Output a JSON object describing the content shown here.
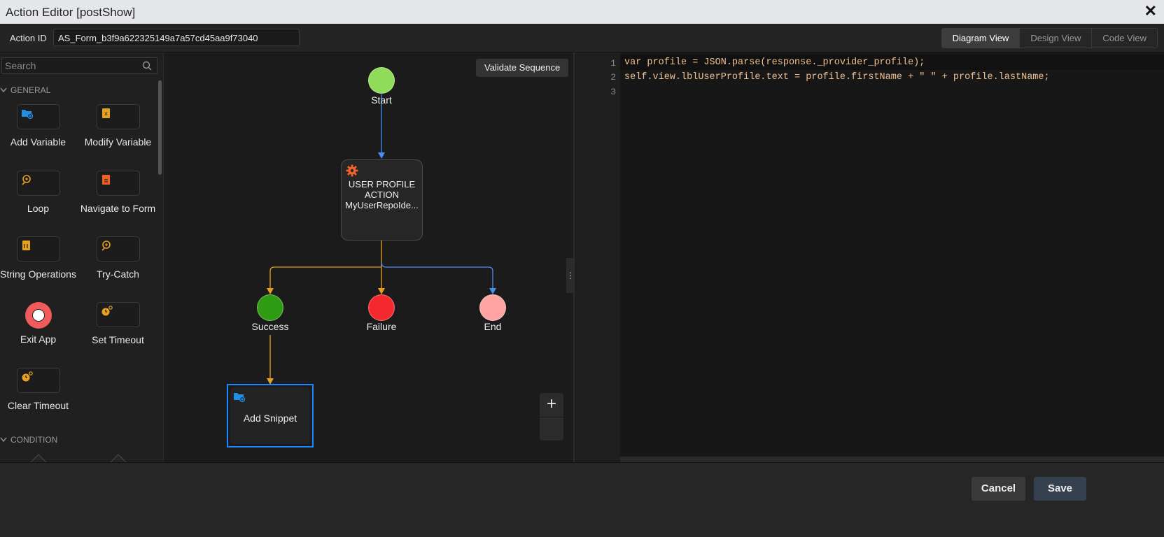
{
  "window": {
    "title": "Action Editor [postShow]"
  },
  "topbar": {
    "action_id_label": "Action ID",
    "action_id_value": "AS_Form_b3f9a622325149a7a57cd45aa9f73040",
    "views": [
      "Diagram View",
      "Design View",
      "Code View"
    ],
    "active_view": "Diagram View"
  },
  "sidebar": {
    "search_placeholder": "Search",
    "sections": [
      "GENERAL",
      "CONDITION"
    ],
    "tools": [
      {
        "label": "Add Variable",
        "icon": "add-variable-icon"
      },
      {
        "label": "Modify Variable",
        "icon": "modify-variable-icon"
      },
      {
        "label": "Loop",
        "icon": "loop-icon"
      },
      {
        "label": "Navigate to Form",
        "icon": "navigate-form-icon"
      },
      {
        "label": "String Operations",
        "icon": "string-operations-icon"
      },
      {
        "label": "Try-Catch",
        "icon": "try-catch-icon"
      },
      {
        "label": "Exit App",
        "icon": "exit-app-icon"
      },
      {
        "label": "Set Timeout",
        "icon": "set-timeout-icon"
      },
      {
        "label": "Clear Timeout",
        "icon": "clear-timeout-icon"
      }
    ]
  },
  "canvas": {
    "validate_label": "Validate Sequence",
    "nodes": {
      "start": "Start",
      "action_line1": "USER PROFILE",
      "action_line2": "ACTION",
      "action_line3": "MyUserRepoIde...",
      "success": "Success",
      "failure": "Failure",
      "end": "End",
      "snippet": "Add Snippet"
    },
    "zoom_in": "+"
  },
  "editor": {
    "line_numbers": [
      "1",
      "2",
      "3"
    ],
    "lines": [
      "var profile = JSON.parse(response._provider_profile);",
      "self.view.lblUserProfile.text = profile.firstName + \" \" + profile.lastName;",
      ""
    ]
  },
  "footer": {
    "cancel_label": "Cancel",
    "save_label": "Save"
  },
  "colors": {
    "start": "#8fdc5a",
    "success": "#2f9a13",
    "failure": "#f4292e",
    "end": "#ffa3a3",
    "blue_line": "#4c8df5",
    "orange_line": "#e5a11f",
    "selection": "#1a86ff"
  }
}
